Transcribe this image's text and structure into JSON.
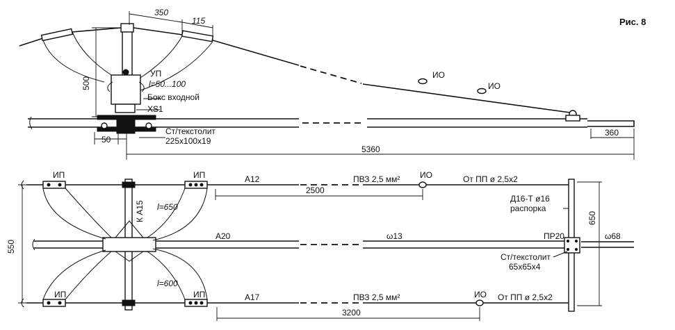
{
  "figure_label": "Рис. 8",
  "side_view": {
    "dim_350": "350",
    "dim_115": "115",
    "dim_500": "500",
    "up_label": "УП",
    "l_label": "l=50...100",
    "box_label": "Бокс входной",
    "xs1_label": "XS1",
    "material_label": "Ст/текстолит",
    "material_size": "225x100x19",
    "dim_50": "50",
    "dim_360": "360",
    "dim_5360": "5360",
    "io_1": "ИО",
    "io_2": "ИО"
  },
  "top_view": {
    "ip_tl": "ИП",
    "ip_tc": "ИП",
    "ip_bl": "ИП",
    "ip_bc": "ИП",
    "a12": "А12",
    "a20": "А20",
    "a17": "А17",
    "pvz_top": "ПВЗ 2,5 мм²",
    "pvz_bottom": "ПВЗ 2,5 мм²",
    "io_top": "ИО",
    "io_bottom": "ИО",
    "from_pp_top": "От ПП ø 2,5x2",
    "from_pp_bottom": "От ПП ø 2,5x2",
    "dim_2500": "2500",
    "dim_3200": "3200",
    "l650": "l=650",
    "l600": "l=600",
    "ka15": "К А15",
    "dim_550": "550",
    "omega13": "ω13",
    "d16_line1": "Д16-Т ø16",
    "d16_line2": "распорка",
    "pr20": "ПР20",
    "omega68": "ω68",
    "dim_650": "650",
    "plate_line1": "Ст/текстолит",
    "plate_line2": "65x65x4"
  }
}
